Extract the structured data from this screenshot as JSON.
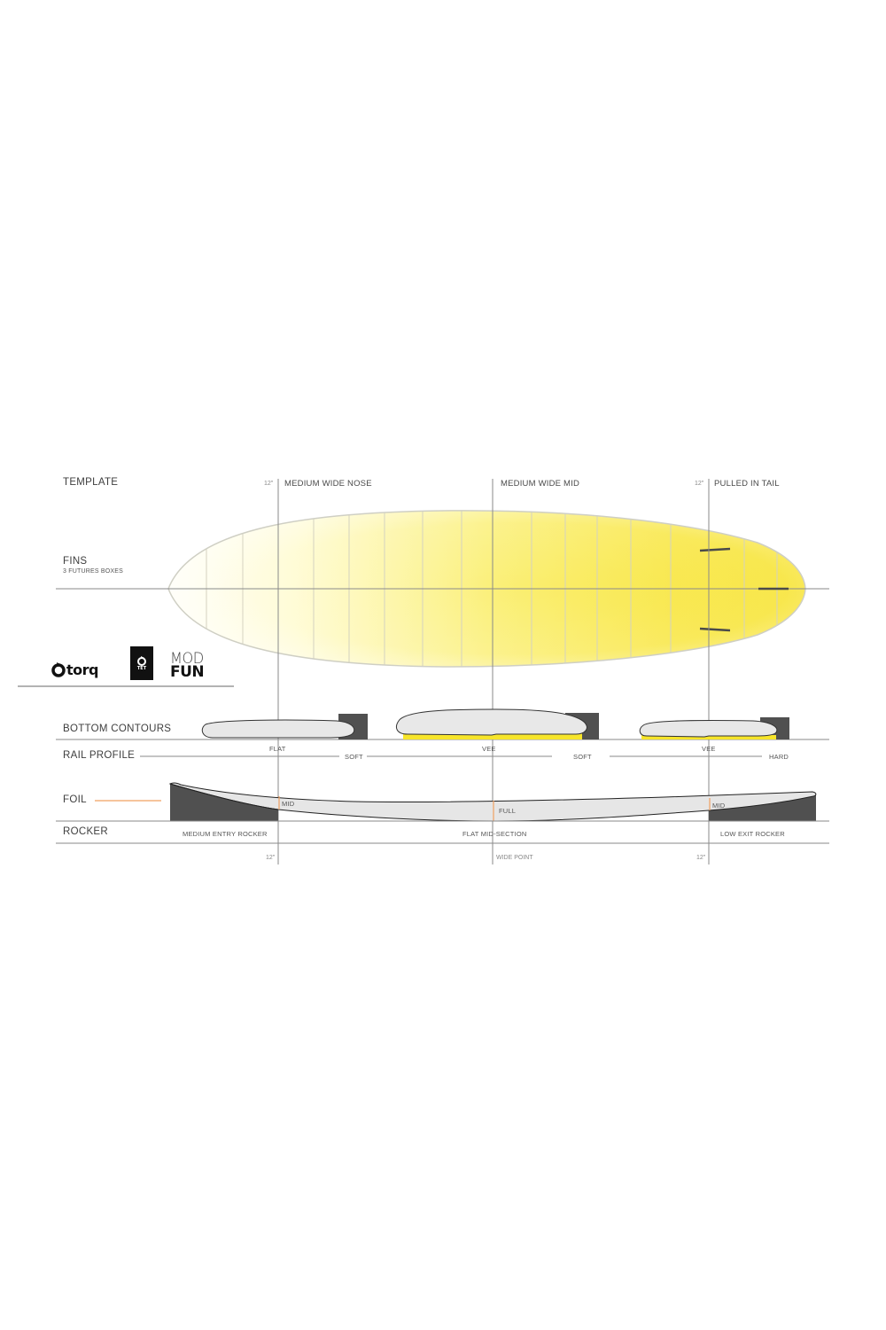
{
  "sections": {
    "template": "TEMPLATE",
    "fins": "FINS",
    "fins_sub": "3 FUTURES BOXES",
    "bottom_contours": "BOTTOM  CONTOURS",
    "rail_profile": "RAIL PROFILE",
    "foil": "FOIL",
    "rocker": "ROCKER"
  },
  "template": {
    "nose_marker": "12\"",
    "nose_label": "MEDIUM WIDE NOSE",
    "mid_label": "MEDIUM WIDE MID",
    "tail_marker": "12\"",
    "tail_label": "PULLED IN TAIL"
  },
  "bottom_contours": {
    "nose": "FLAT",
    "mid": "VEE",
    "tail": "VEE"
  },
  "rail_profile": {
    "nose": "SOFT",
    "mid": "SOFT",
    "tail": "HARD"
  },
  "foil": {
    "nose": "MID",
    "mid": "FULL",
    "tail": "MID"
  },
  "rocker": {
    "entry": "MEDIUM ENTRY ROCKER",
    "mid": "FLAT MID-SECTION",
    "exit": "LOW EXIT ROCKER"
  },
  "measurements": {
    "nose": "12\"",
    "wide_point": "WIDE POINT",
    "tail": "12\""
  },
  "logos": {
    "brand": "torq",
    "tech": "TET",
    "model_top": "MOD",
    "model_bottom": "FUN"
  },
  "colors": {
    "accent_yellow": "#f7e52a",
    "foil_orange": "#f0a060",
    "dark_gray": "#505050",
    "rail_fill": "#e6e6e6",
    "line_gray": "#8a8a8a"
  }
}
